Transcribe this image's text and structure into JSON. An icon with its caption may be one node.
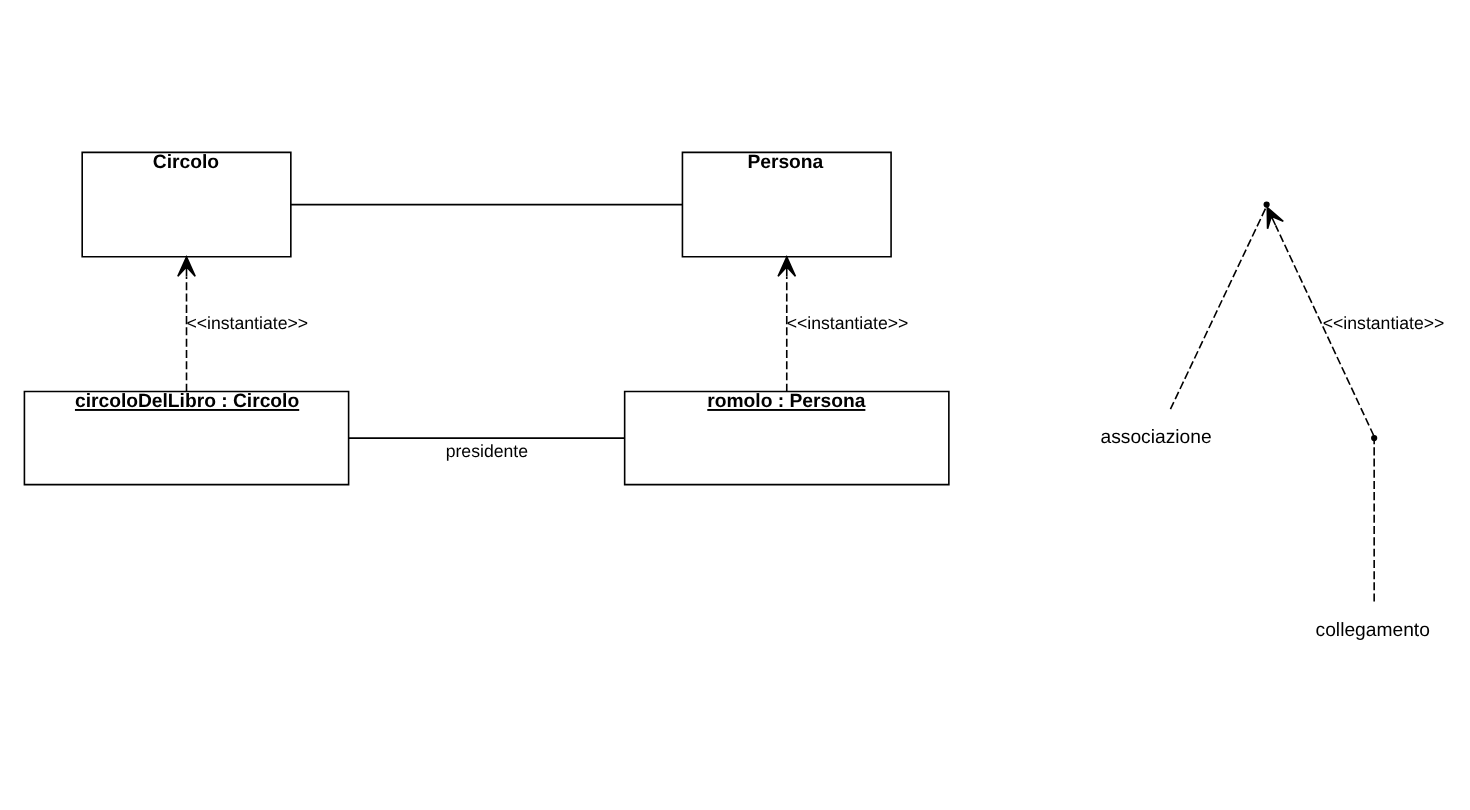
{
  "diagram": {
    "nodes": [
      {
        "text": [
          "Circolo"
        ]
      },
      {
        "text": [
          "Persona"
        ]
      },
      {
        "text": [
          "circoloDelLibro : Circolo"
        ]
      },
      {
        "text": [
          "romolo : Persona"
        ]
      },
      {
        "text": [
          "associazione"
        ]
      },
      {
        "text": [
          "collegamento"
        ]
      },
      {
        "text": [],
        "shape": "line"
      },
      {
        "text": [],
        "shape": "line"
      }
    ],
    "edges": [
      {
        "from": 0,
        "to": 1,
        "arrow": "none"
      },
      {
        "from": 2,
        "to": 3,
        "arrow": "none",
        "label": "presidente"
      },
      {
        "from": 2,
        "to": 0,
        "arrow": "to",
        "style": "dashed",
        "label": "<<instantiate>>"
      },
      {
        "from": 7,
        "to": 6,
        "arrow": "to",
        "style": "dashed",
        "label": "<<instantiate>>"
      },
      {
        "from": 3,
        "to": 1,
        "arrow": "to",
        "style": "dashed",
        "label": "<<instantiate>>"
      },
      {
        "from": 4,
        "to": 6,
        "arrow": "none",
        "style": "dashed"
      },
      {
        "from": 5,
        "to": 7,
        "arrow": "none",
        "style": "dashed"
      }
    ]
  }
}
